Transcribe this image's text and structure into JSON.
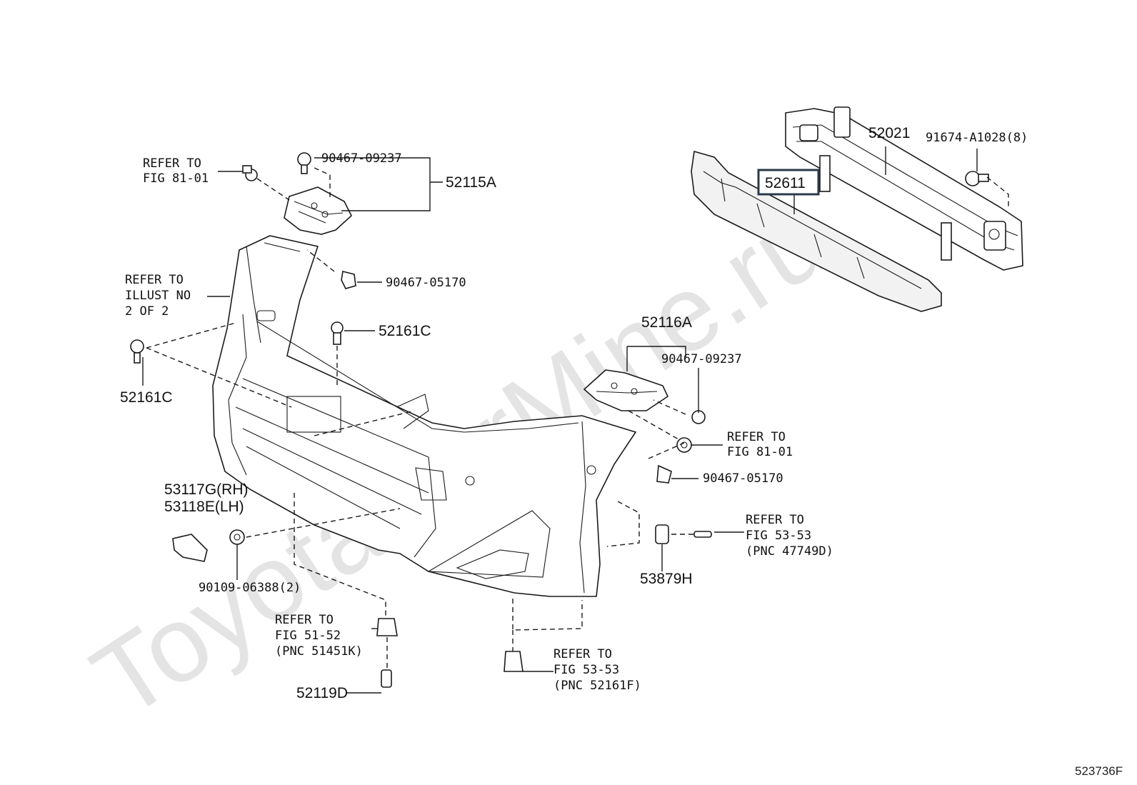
{
  "watermark": "ToyotaCarMine.ru",
  "figure_code": "523736F",
  "highlight_part": "52611",
  "labels": {
    "p52021": "52021",
    "p91674": "91674-A1028(8)",
    "p52115a": "52115A",
    "p90467_09237_top": "90467-09237",
    "ref_81_01_top_a": "REFER TO",
    "ref_81_01_top_b": "FIG 81-01",
    "ref_illust_a": "REFER TO",
    "ref_illust_b": "ILLUST NO",
    "ref_illust_c": "2 OF 2",
    "p90467_05170_top": "90467-05170",
    "p52161c_top": "52161C",
    "p52161c_left": "52161C",
    "p52116a": "52116A",
    "p90467_09237_right": "90467-09237",
    "ref_81_01_right_a": "REFER TO",
    "ref_81_01_right_b": "FIG 81-01",
    "p90467_05170_right": "90467-05170",
    "p53117g": "53117G(RH)",
    "p53118e": "53118E(LH)",
    "ref_53_53_right_a": "REFER TO",
    "ref_53_53_right_b": "FIG 53-53",
    "ref_53_53_right_c": "(PNC 47749D)",
    "p53879h": "53879H",
    "p90109": "90109-06388(2)",
    "ref_51_52_a": "REFER TO",
    "ref_51_52_b": "FIG 51-52",
    "ref_51_52_c": "(PNC 51451K)",
    "ref_53_53_bottom_a": "REFER TO",
    "ref_53_53_bottom_b": "FIG 53-53",
    "ref_53_53_bottom_c": "(PNC 52161F)",
    "p52119d": "52119D"
  }
}
